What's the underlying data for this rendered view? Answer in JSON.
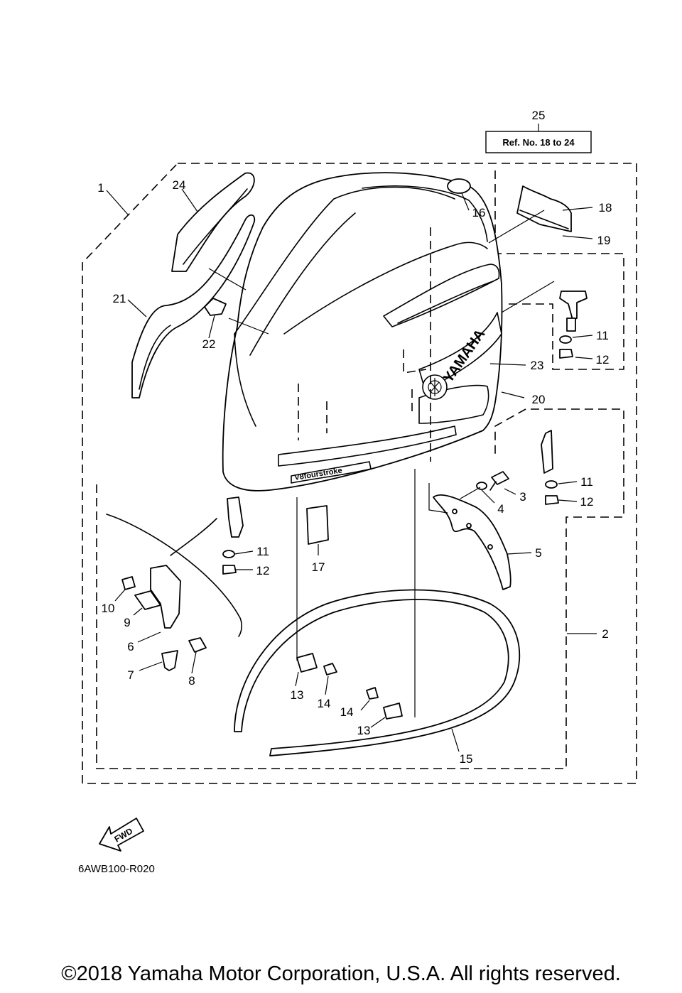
{
  "ref_box": {
    "number": "25",
    "text": "Ref. No. 18 to 24"
  },
  "callouts": [
    "1",
    "2",
    "3",
    "4",
    "5",
    "6",
    "7",
    "8",
    "9",
    "10",
    "11",
    "11",
    "11",
    "12",
    "12",
    "12",
    "13",
    "13",
    "14",
    "14",
    "15",
    "16",
    "17",
    "18",
    "19",
    "20",
    "21",
    "22",
    "23",
    "24"
  ],
  "fwd_label": "FWD",
  "diagram_code": "6AWB100-R020",
  "cowling_labels": {
    "brand": "YAMAHA",
    "model": "V8fourstroke"
  },
  "copyright": "©2018 Yamaha Motor Corporation, U.S.A. All rights reserved."
}
